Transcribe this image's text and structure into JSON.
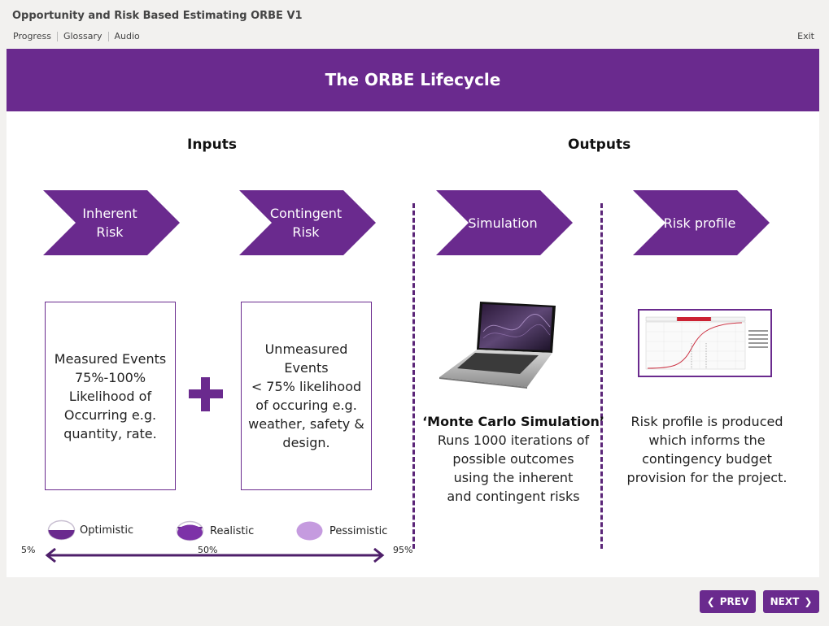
{
  "app": {
    "title": "Opportunity and Risk Based Estimating ORBE V1",
    "nav": [
      "Progress",
      "Glossary",
      "Audio"
    ],
    "exit_label": "Exit"
  },
  "slide": {
    "title": "The ORBE Lifecycle",
    "inputs_heading": "Inputs",
    "outputs_heading": "Outputs",
    "steps": [
      {
        "label_lines": [
          "Inherent",
          "Risk"
        ]
      },
      {
        "label_lines": [
          "Contingent",
          "Risk"
        ]
      },
      {
        "label_lines": [
          "Simulation"
        ]
      },
      {
        "label_lines": [
          "Risk profile"
        ]
      }
    ],
    "boxes": [
      {
        "lines": [
          "Measured Events",
          "75%-100%",
          "Likelihood of",
          "Occurring e.g.",
          "quantity, rate."
        ]
      },
      {
        "lines": [
          "Unmeasured",
          "Events",
          "< 75% likelihood",
          "of occuring e.g.",
          "weather, safety &",
          "design."
        ]
      }
    ],
    "simulation_desc": {
      "title": "‘Monte Carlo Simulation’",
      "lines": [
        "Runs 1000 iterations of",
        "possible outcomes",
        "using the inherent",
        "and contingent risks"
      ]
    },
    "risk_desc": {
      "lines": [
        "Risk profile is produced",
        "which informs the",
        "contingency budget",
        "provision for the project."
      ]
    },
    "legend": [
      {
        "label": "Optimistic",
        "fill": 0.45
      },
      {
        "label": "Realistic",
        "fill": 0.8
      },
      {
        "label": "Pessimistic",
        "fill": 1.0
      }
    ],
    "scale": {
      "low": "5%",
      "mid": "50%",
      "high": "95%"
    }
  },
  "buttons": {
    "prev": "PREV",
    "next": "NEXT"
  },
  "colors": {
    "brand_purple": "#6a2a8e",
    "light_purple": "#c59bdf",
    "background": "#f2f1ef"
  }
}
